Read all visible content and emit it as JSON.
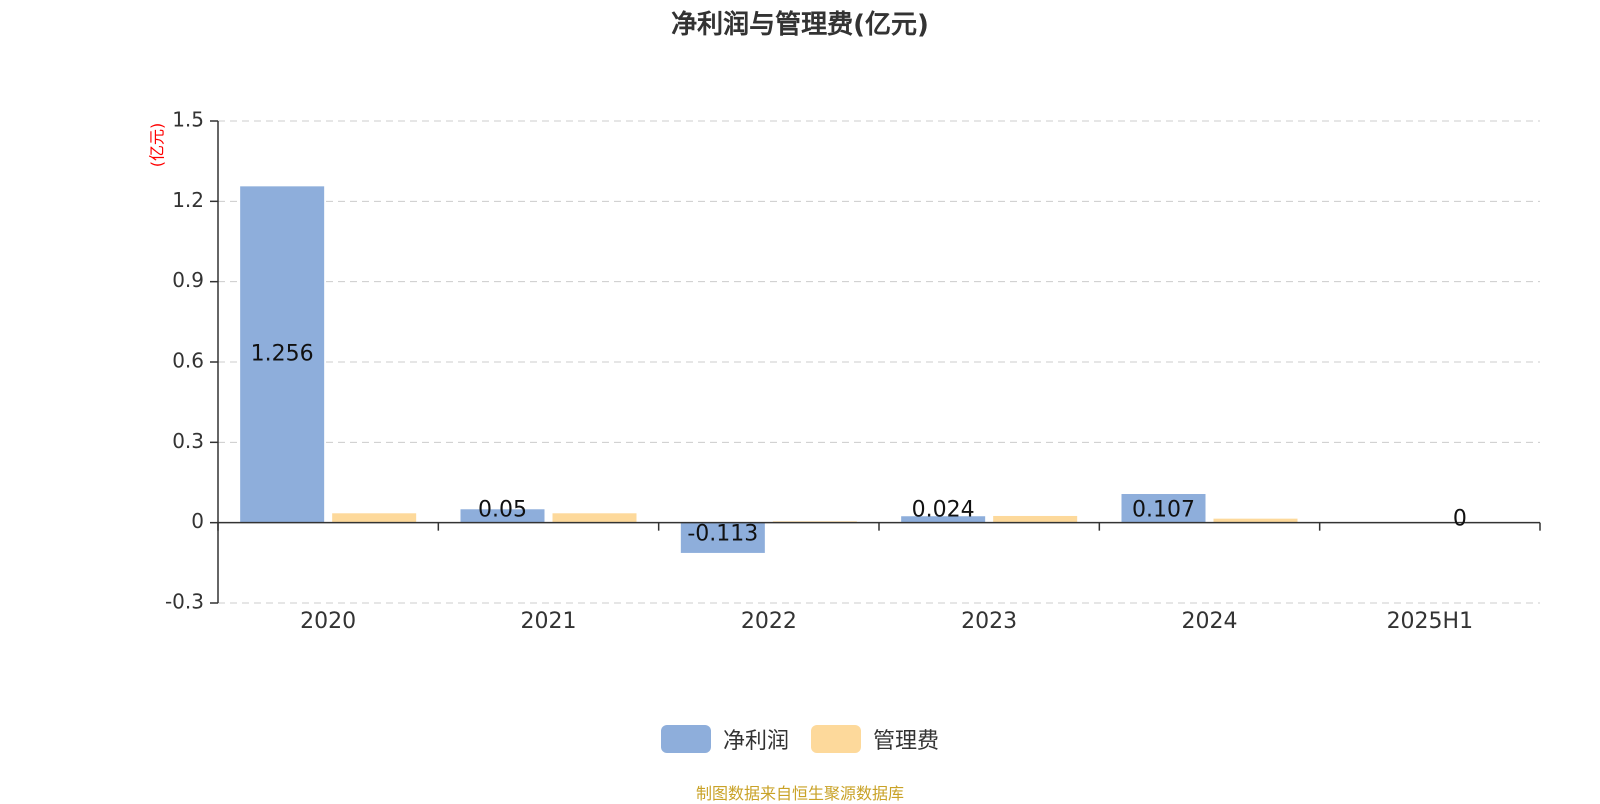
{
  "chart_data": {
    "type": "bar",
    "title": "净利润与管理费(亿元)",
    "ylabel": "(亿元)",
    "xlabel": "",
    "categories": [
      "2020",
      "2021",
      "2022",
      "2023",
      "2024",
      "2025H1"
    ],
    "ylim": [
      -0.3,
      1.5
    ],
    "yticks": [
      -0.3,
      0,
      0.3,
      0.6,
      0.9,
      1.2,
      1.5
    ],
    "ytick_labels": [
      "-0.3",
      "0",
      "0.3",
      "0.6",
      "0.9",
      "1.2",
      "1.5"
    ],
    "grid": true,
    "legend_position": "bottom-center",
    "series": [
      {
        "name": "净利润",
        "color": "#8eaedb",
        "values": [
          1.256,
          0.05,
          -0.113,
          0.024,
          0.107,
          0
        ],
        "labels": [
          "1.256",
          "0.05",
          "-0.113",
          "0.024",
          "0.107",
          "0"
        ]
      },
      {
        "name": "管理费",
        "color": "#fdd99b",
        "values": [
          0.035,
          0.035,
          0.005,
          0.025,
          0.015,
          0
        ]
      }
    ],
    "source": "制图数据来自恒生聚源数据库"
  },
  "colors": {
    "ylabel": "#ff0000",
    "source": "#c9a227",
    "title": "#333333"
  }
}
